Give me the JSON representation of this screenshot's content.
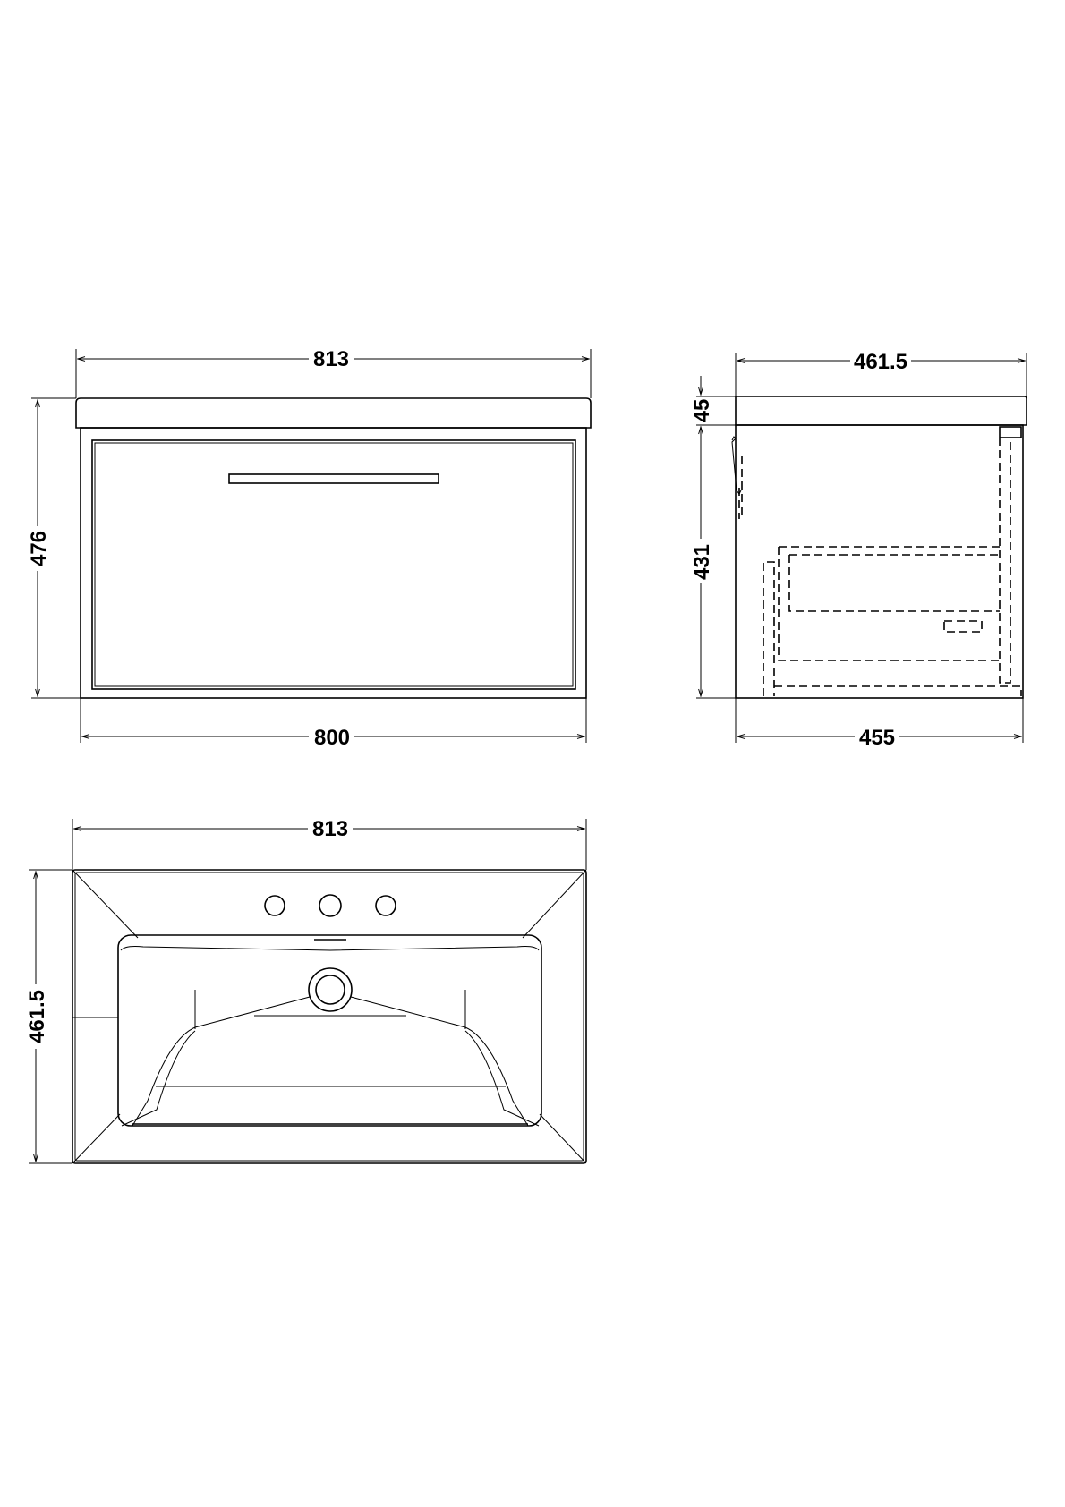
{
  "front_view": {
    "overall_width": "813",
    "cabinet_width": "800",
    "overall_height": "476"
  },
  "side_view": {
    "overall_depth": "461.5",
    "cabinet_depth": "455",
    "top_thickness": "45",
    "cabinet_height": "431"
  },
  "plan_view": {
    "width": "813",
    "depth": "461.5"
  }
}
